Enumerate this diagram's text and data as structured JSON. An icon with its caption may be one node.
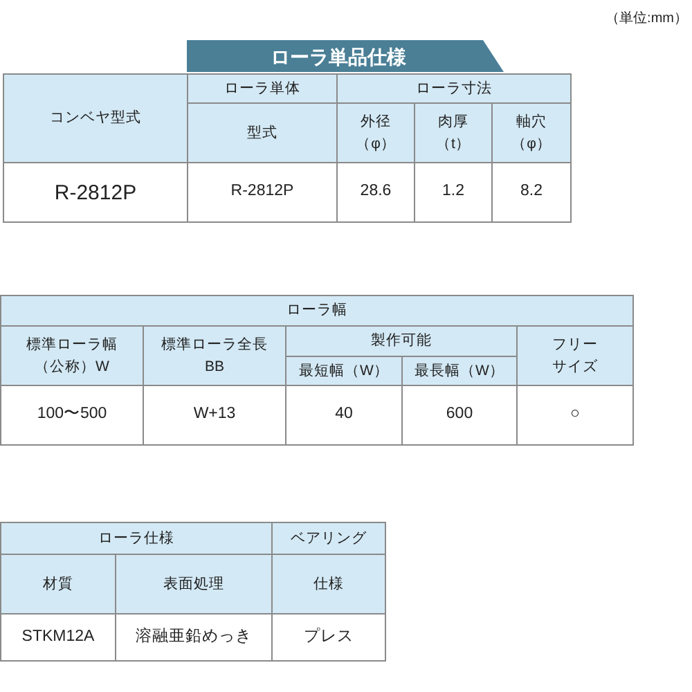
{
  "diagram": {
    "title": "ローラ単品仕様",
    "labels": [
      "（単位:mm）",
      "コンベヤ型式",
      "ローラ単体",
      "ローラ寸法",
      "型式",
      "外径",
      "肉厚",
      "軸穴",
      "（φ）",
      "（t）",
      "（φ）",
      "R-2812P",
      "R-2812P",
      "28.6",
      "1.2",
      "8.2",
      "ローラ幅",
      "標準ローラ幅",
      "標準ローラ全長",
      "製作可能",
      "フリー",
      "（公称）W",
      "BB",
      "最短幅（W）",
      "最長幅（W）",
      "サイズ",
      "100〜500",
      "W+13",
      "40",
      "600",
      "○",
      "ローラ仕様",
      "ベアリング",
      "材質",
      "表面処理",
      "仕様",
      "STKM12A",
      "溶融亜鉛めっき",
      "プレス"
    ]
  }
}
